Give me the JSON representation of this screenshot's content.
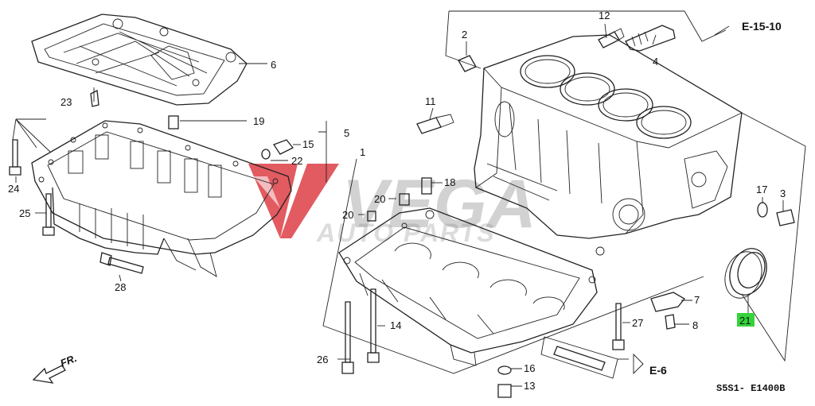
{
  "callouts": {
    "p1": "1",
    "p2": "2",
    "p3": "3",
    "p4": "4",
    "p5": "5",
    "p6": "6",
    "p7": "7",
    "p8": "8",
    "p11": "11",
    "p12": "12",
    "p13": "13",
    "p14": "14",
    "p15": "15",
    "p16": "16",
    "p17": "17",
    "p18": "18",
    "p19": "19",
    "p20a": "20",
    "p20b": "20",
    "p21": "21",
    "p22": "22",
    "p23": "23",
    "p24": "24",
    "p25": "25",
    "p26": "26",
    "p27": "27",
    "p28": "28"
  },
  "refs": {
    "e15": "E-15-10",
    "e6": "E-6"
  },
  "direction": "FR.",
  "diagram_code": "S5S1- E1400B",
  "highlight": {
    "part": "21",
    "color": "#35d33b"
  },
  "watermark": {
    "brand": "VEGA",
    "sub": "AUTO PARTS",
    "color": "#d9323a"
  }
}
